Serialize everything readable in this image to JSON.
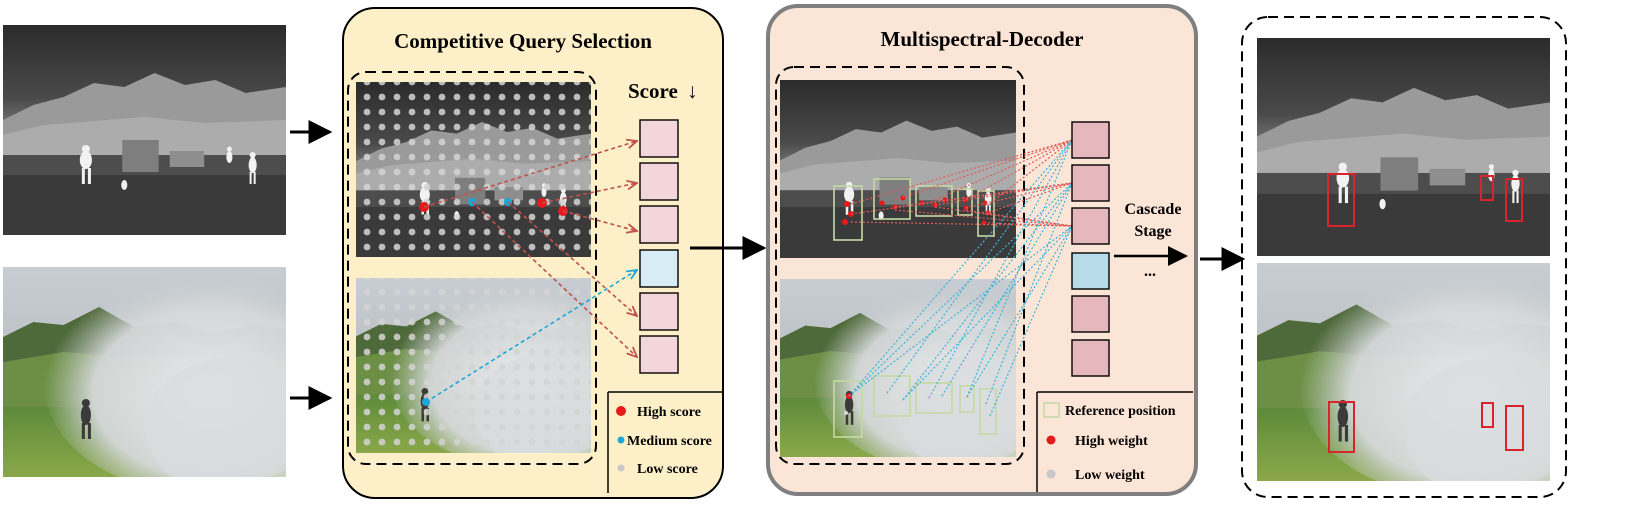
{
  "titles": {
    "cqs": "Competitive Query Selection",
    "decoder": "Multispectral-Decoder"
  },
  "score_label": "Score",
  "score_arrow": "↓",
  "cascade": {
    "line1": "Cascade",
    "line2": "Stage",
    "ellipsis": "..."
  },
  "legend_scores": {
    "high": "High score",
    "medium": "Medium score",
    "low": "Low score"
  },
  "legend_decoder": {
    "reference": "Reference position",
    "high": "High weight",
    "low": "Low weight"
  },
  "colors": {
    "cqs_bg": "#fdf0c8",
    "decoder_bg": "#fbe5d6",
    "query_pink": "#f2d6d9",
    "query_blue": "#d7ecf4",
    "decoder_pink": "#e6b8bd",
    "decoder_blue": "#b7dbe8",
    "high": "#e8191c",
    "medium": "#1ca6d9",
    "low": "#c8c8c8",
    "ref_box": "#c6d9a4",
    "det_box": "#d9242b"
  }
}
